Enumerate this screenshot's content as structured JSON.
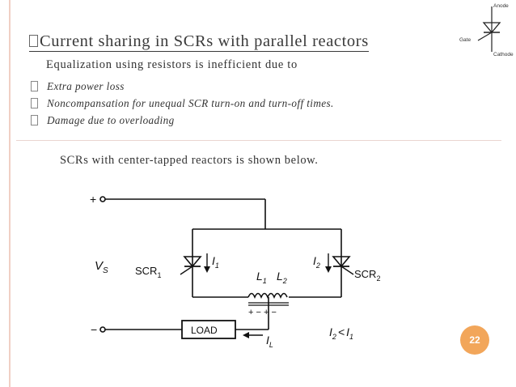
{
  "slide": {
    "title": "Current sharing in SCRs with parallel reactors",
    "subtitle": "Equalization using resistors is inefficient due to",
    "bullets": [
      "Extra power loss",
      "Noncompansation for unequal SCR turn-on and turn-off times.",
      "Damage due to overloading"
    ],
    "caption": "SCRs with center-tapped reactors is shown below.",
    "page_number": "22"
  },
  "scr_legend": {
    "anode": "Anode",
    "gate": "Gate",
    "cathode": "Cathode"
  },
  "circuit": {
    "plus_terminal": "+",
    "minus_terminal": "−",
    "source": "V",
    "source_sub": "S",
    "scr1": "SCR",
    "scr1_sub": "1",
    "scr2": "SCR",
    "scr2_sub": "2",
    "i1": "I",
    "i1_sub": "1",
    "i2": "I",
    "i2_sub": "2",
    "l1": "L",
    "l1_sub": "1",
    "l2": "L",
    "l2_sub": "2",
    "coil_polarity": "+  − +  −",
    "load": "LOAD",
    "il": "I",
    "il_sub": "L",
    "relation_lhs": "I",
    "relation_lhs_sub": "2",
    "relation_op": "<",
    "relation_rhs": "I",
    "relation_rhs_sub": "1"
  },
  "colors": {
    "accent": "#f2a65a",
    "left_rule": "#f0cfc4",
    "text": "#333333"
  }
}
